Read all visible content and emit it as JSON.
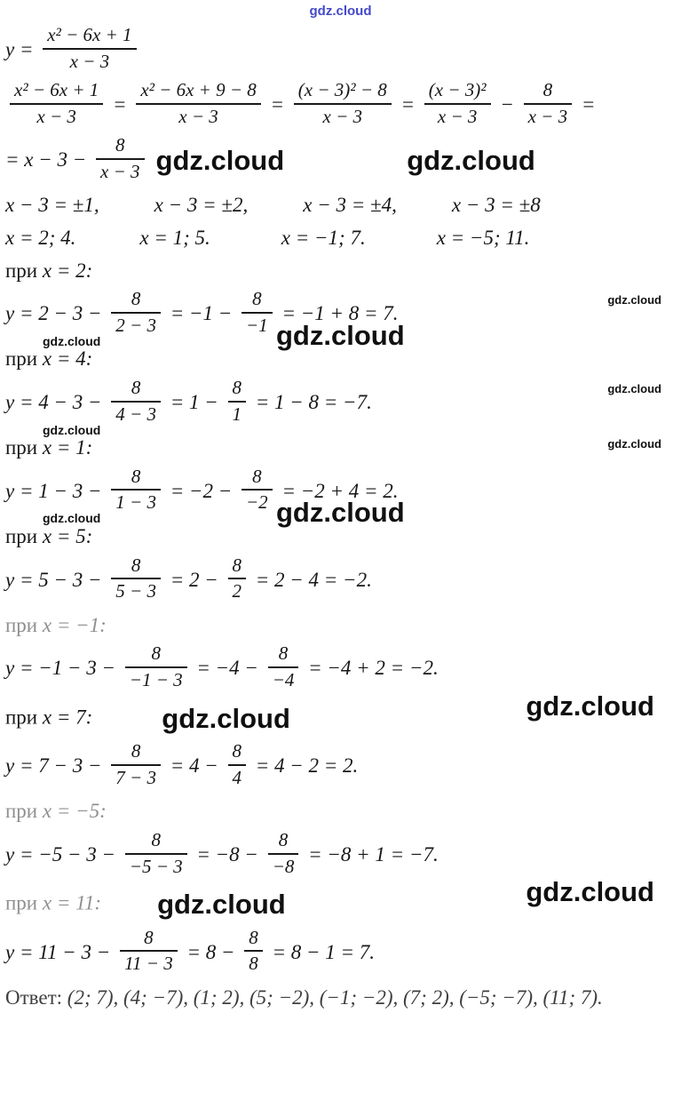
{
  "header_watermark": {
    "text": "gdz.cloud",
    "color": "#4449c8"
  },
  "watermark_text": "gdz.cloud",
  "lines": [
    {
      "type": "math",
      "cls": "eq first",
      "tokens": [
        {
          "t": "m",
          "v": "y = "
        },
        {
          "t": "f",
          "n": "x² − 6x + 1",
          "d": "x − 3"
        }
      ]
    },
    {
      "type": "math",
      "cls": "eq",
      "tokens": [
        {
          "t": "f",
          "n": "x² − 6x + 1",
          "d": "x − 3"
        },
        {
          "t": "m",
          "v": " = "
        },
        {
          "t": "f",
          "n": "x² − 6x + 9 − 8",
          "d": "x − 3"
        },
        {
          "t": "m",
          "v": " = "
        },
        {
          "t": "f",
          "n": "(x − 3)² − 8",
          "d": "x − 3"
        },
        {
          "t": "m",
          "v": " = "
        },
        {
          "t": "f",
          "n": "(x − 3)²",
          "d": "x − 3"
        },
        {
          "t": "m",
          "v": " − "
        },
        {
          "t": "f",
          "n": "8",
          "d": "x − 3"
        },
        {
          "t": "m",
          "v": " ="
        }
      ]
    },
    {
      "type": "math",
      "cls": "eq",
      "tokens": [
        {
          "t": "m",
          "v": "= x − 3 − "
        },
        {
          "t": "f",
          "n": "8",
          "d": "x − 3"
        },
        {
          "t": "wm",
          "v": "gdz.cloud",
          "s": "xl"
        },
        {
          "t": "gap",
          "w": 130
        },
        {
          "t": "wm",
          "v": "gdz.cloud",
          "s": "xl"
        }
      ]
    },
    {
      "type": "math",
      "tokens": [
        {
          "t": "m",
          "v": "x − 3 = ±1,"
        },
        {
          "t": "gap",
          "w": 62
        },
        {
          "t": "m",
          "v": "x − 3 = ±2,"
        },
        {
          "t": "gap",
          "w": 62
        },
        {
          "t": "m",
          "v": "x − 3 = ±4,"
        },
        {
          "t": "gap",
          "w": 62
        },
        {
          "t": "m",
          "v": "x − 3 = ±8"
        }
      ]
    },
    {
      "type": "math",
      "tokens": [
        {
          "t": "m",
          "v": "x = 2;  4."
        },
        {
          "t": "gap",
          "w": 72
        },
        {
          "t": "m",
          "v": "x = 1;  5."
        },
        {
          "t": "gap",
          "w": 80
        },
        {
          "t": "m",
          "v": "x = −1;  7."
        },
        {
          "t": "gap",
          "w": 80
        },
        {
          "t": "m",
          "v": "x = −5;  11."
        }
      ]
    },
    {
      "type": "text",
      "tokens": [
        {
          "t": "r",
          "v": "при "
        },
        {
          "t": "m",
          "v": "x = 2:"
        }
      ]
    },
    {
      "type": "math",
      "cls": "eq",
      "tokens": [
        {
          "t": "m",
          "v": "y = 2 − 3 − "
        },
        {
          "t": "f",
          "n": "8",
          "d": "2 − 3"
        },
        {
          "t": "m",
          "v": " = −1 − "
        },
        {
          "t": "f",
          "n": "8",
          "d": "−1"
        },
        {
          "t": "m",
          "v": " = −1 + 8 = 7."
        }
      ],
      "decors": [
        {
          "v": "gdz.cloud",
          "c": "sm-left"
        },
        {
          "v": "gdz.cloud",
          "c": "xl-mid"
        },
        {
          "v": "gdz.cloud",
          "c": "sm-right"
        }
      ]
    },
    {
      "type": "text",
      "tokens": [
        {
          "t": "r",
          "v": "при "
        },
        {
          "t": "m",
          "v": "x = 4:"
        }
      ]
    },
    {
      "type": "math",
      "cls": "eq",
      "tokens": [
        {
          "t": "m",
          "v": "y = 4 − 3 − "
        },
        {
          "t": "f",
          "n": "8",
          "d": "4 − 3"
        },
        {
          "t": "m",
          "v": " = 1 − "
        },
        {
          "t": "f",
          "n": "8",
          "d": "1"
        },
        {
          "t": "m",
          "v": " = 1 − 8 = −7."
        }
      ],
      "decors": [
        {
          "v": "gdz.cloud",
          "c": "sm-left"
        },
        {
          "v": "gdz.cloud",
          "c": "sm-right"
        }
      ]
    },
    {
      "type": "text",
      "tokens": [
        {
          "t": "r",
          "v": "при "
        },
        {
          "t": "m",
          "v": "x = 1:"
        }
      ],
      "decors": [
        {
          "v": "gdz.cloud",
          "c": "sm-right"
        }
      ]
    },
    {
      "type": "math",
      "cls": "eq",
      "tokens": [
        {
          "t": "m",
          "v": "y = 1 − 3 − "
        },
        {
          "t": "f",
          "n": "8",
          "d": "1 − 3"
        },
        {
          "t": "m",
          "v": " = −2 − "
        },
        {
          "t": "f",
          "n": "8",
          "d": "−2"
        },
        {
          "t": "m",
          "v": " = −2 + 4 = 2."
        }
      ],
      "decors": [
        {
          "v": "gdz.cloud",
          "c": "sm-left"
        },
        {
          "v": "gdz.cloud",
          "c": "xl-mid"
        }
      ]
    },
    {
      "type": "text",
      "tokens": [
        {
          "t": "r",
          "v": "при "
        },
        {
          "t": "m",
          "v": "x = 5:"
        }
      ]
    },
    {
      "type": "math",
      "cls": "eq",
      "tokens": [
        {
          "t": "m",
          "v": "y = 5 − 3 − "
        },
        {
          "t": "f",
          "n": "8",
          "d": "5 − 3"
        },
        {
          "t": "m",
          "v": " = 2 − "
        },
        {
          "t": "f",
          "n": "8",
          "d": "2"
        },
        {
          "t": "m",
          "v": " = 2 − 4 = −2."
        }
      ]
    },
    {
      "type": "text",
      "cls": "faded",
      "tokens": [
        {
          "t": "r",
          "v": "при "
        },
        {
          "t": "m",
          "v": "x = −1:"
        }
      ]
    },
    {
      "type": "math",
      "cls": "eq",
      "tokens": [
        {
          "t": "m",
          "v": "y = −1 − 3 − "
        },
        {
          "t": "f",
          "n": "8",
          "d": "−1 − 3"
        },
        {
          "t": "m",
          "v": " = −4 − "
        },
        {
          "t": "f",
          "n": "8",
          "d": "−4"
        },
        {
          "t": "m",
          "v": " = −4 + 2 = −2."
        }
      ]
    },
    {
      "type": "text",
      "tokens": [
        {
          "t": "r",
          "v": "при "
        },
        {
          "t": "m",
          "v": "x = 7:"
        },
        {
          "t": "gap",
          "w": 70
        },
        {
          "t": "wm",
          "v": "gdz.cloud",
          "s": "xl"
        }
      ],
      "decors": [
        {
          "v": "gdz.cloud",
          "c": "xl-right"
        }
      ]
    },
    {
      "type": "math",
      "cls": "eq",
      "tokens": [
        {
          "t": "m",
          "v": "y = 7 − 3 − "
        },
        {
          "t": "f",
          "n": "8",
          "d": "7 − 3"
        },
        {
          "t": "m",
          "v": " = 4 − "
        },
        {
          "t": "f",
          "n": "8",
          "d": "4"
        },
        {
          "t": "m",
          "v": " = 4 − 2 = 2."
        }
      ]
    },
    {
      "type": "text",
      "cls": "faded",
      "tokens": [
        {
          "t": "r",
          "v": "при "
        },
        {
          "t": "m",
          "v": "x = −5:"
        }
      ]
    },
    {
      "type": "math",
      "cls": "eq",
      "tokens": [
        {
          "t": "m",
          "v": "y = −5 − 3 − "
        },
        {
          "t": "f",
          "n": "8",
          "d": "−5 − 3"
        },
        {
          "t": "m",
          "v": " = −8 − "
        },
        {
          "t": "f",
          "n": "8",
          "d": "−8"
        },
        {
          "t": "m",
          "v": " = −8 + 1 = −7."
        }
      ]
    },
    {
      "type": "text",
      "cls": "faded",
      "tokens": [
        {
          "t": "r",
          "v": "при "
        },
        {
          "t": "m",
          "v": "x = 11:"
        },
        {
          "t": "gap",
          "w": 55
        },
        {
          "t": "wm",
          "v": "gdz.cloud",
          "s": "xl"
        }
      ],
      "decors": [
        {
          "v": "gdz.cloud",
          "c": "xl-right"
        }
      ]
    },
    {
      "type": "math",
      "cls": "eq",
      "tokens": [
        {
          "t": "m",
          "v": "y = 11 − 3 − "
        },
        {
          "t": "f",
          "n": "8",
          "d": "11 − 3"
        },
        {
          "t": "m",
          "v": " = 8 − "
        },
        {
          "t": "f",
          "n": "8",
          "d": "8"
        },
        {
          "t": "m",
          "v": " = 8 − 1 = 7."
        }
      ]
    },
    {
      "type": "text",
      "cls": "dim",
      "tokens": [
        {
          "t": "r",
          "v": "Ответ: "
        },
        {
          "t": "m",
          "v": "(2; 7), (4; −7), (1; 2), (5; −2), (−1; −2), (7; 2), (−5; −7), (11; 7)."
        }
      ]
    }
  ]
}
